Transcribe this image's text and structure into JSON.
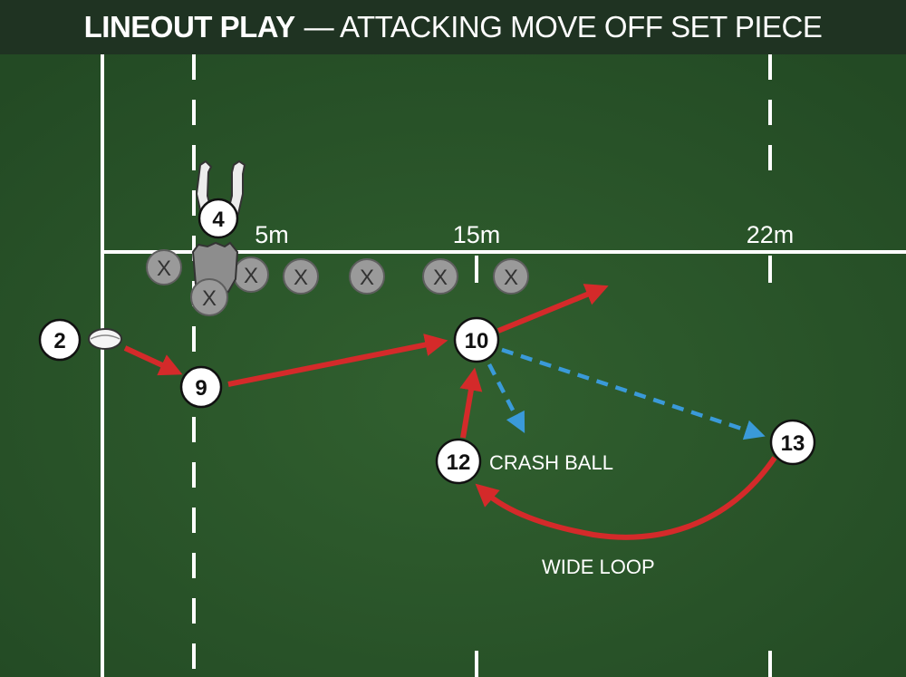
{
  "title": {
    "bold": "LINEOUT PLAY",
    "rest": "— ATTACKING MOVE OFF SET PIECE"
  },
  "distance_markers": [
    "5m",
    "15m",
    "22m"
  ],
  "players": {
    "hooker": "2",
    "jumper": "4",
    "scrum_half": "9",
    "fly_half": "10",
    "inside_centre": "12",
    "outside_centre": "13"
  },
  "opposition_marker": "X",
  "annotations": {
    "crash_ball": "CRASH BALL",
    "wide_loop": "WIDE LOOP"
  },
  "colors": {
    "pitch": "#2d5a2e",
    "pitch_dark": "#265027",
    "line": "#ffffff",
    "pass_arrow": "#d42a2a",
    "dummy_arrow": "#3a9ad9",
    "title_bar": "#1f3322",
    "opponent": "#9a9a9a"
  }
}
